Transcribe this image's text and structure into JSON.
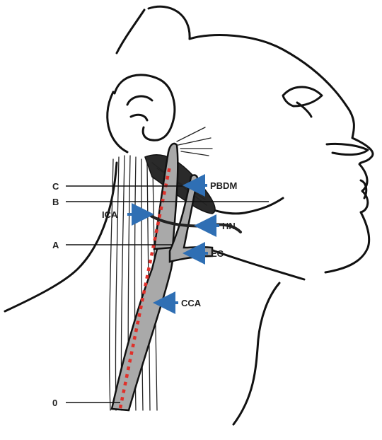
{
  "labels": {
    "pbdm": "PBDM",
    "ica": "ICA",
    "hn": "HN",
    "ec": "EC",
    "cca": "CCA"
  },
  "levels": {
    "c": "C",
    "b": "B",
    "a": "A",
    "zero": "0"
  },
  "colors": {
    "arrow": "#2f6fb4",
    "artery_fill": "#a9a9a9",
    "guide_line": "#e0302a",
    "ink": "#111111"
  }
}
